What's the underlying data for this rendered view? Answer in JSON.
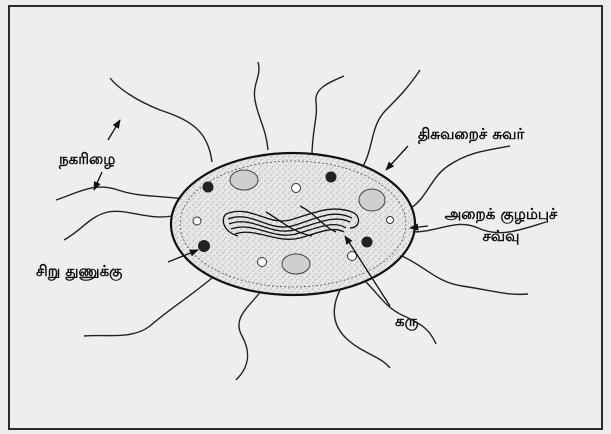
{
  "diagram": {
    "labels": {
      "flagella": "நகரிழை",
      "cell_wall": "திசுவறைச் சுவர்",
      "plasma_membrane_line1": "அறைக் குழம்புச்",
      "plasma_membrane_line2": "சவ்வு",
      "ribosome": "சிறு துணுக்கு",
      "nucleus": "கரு"
    }
  }
}
